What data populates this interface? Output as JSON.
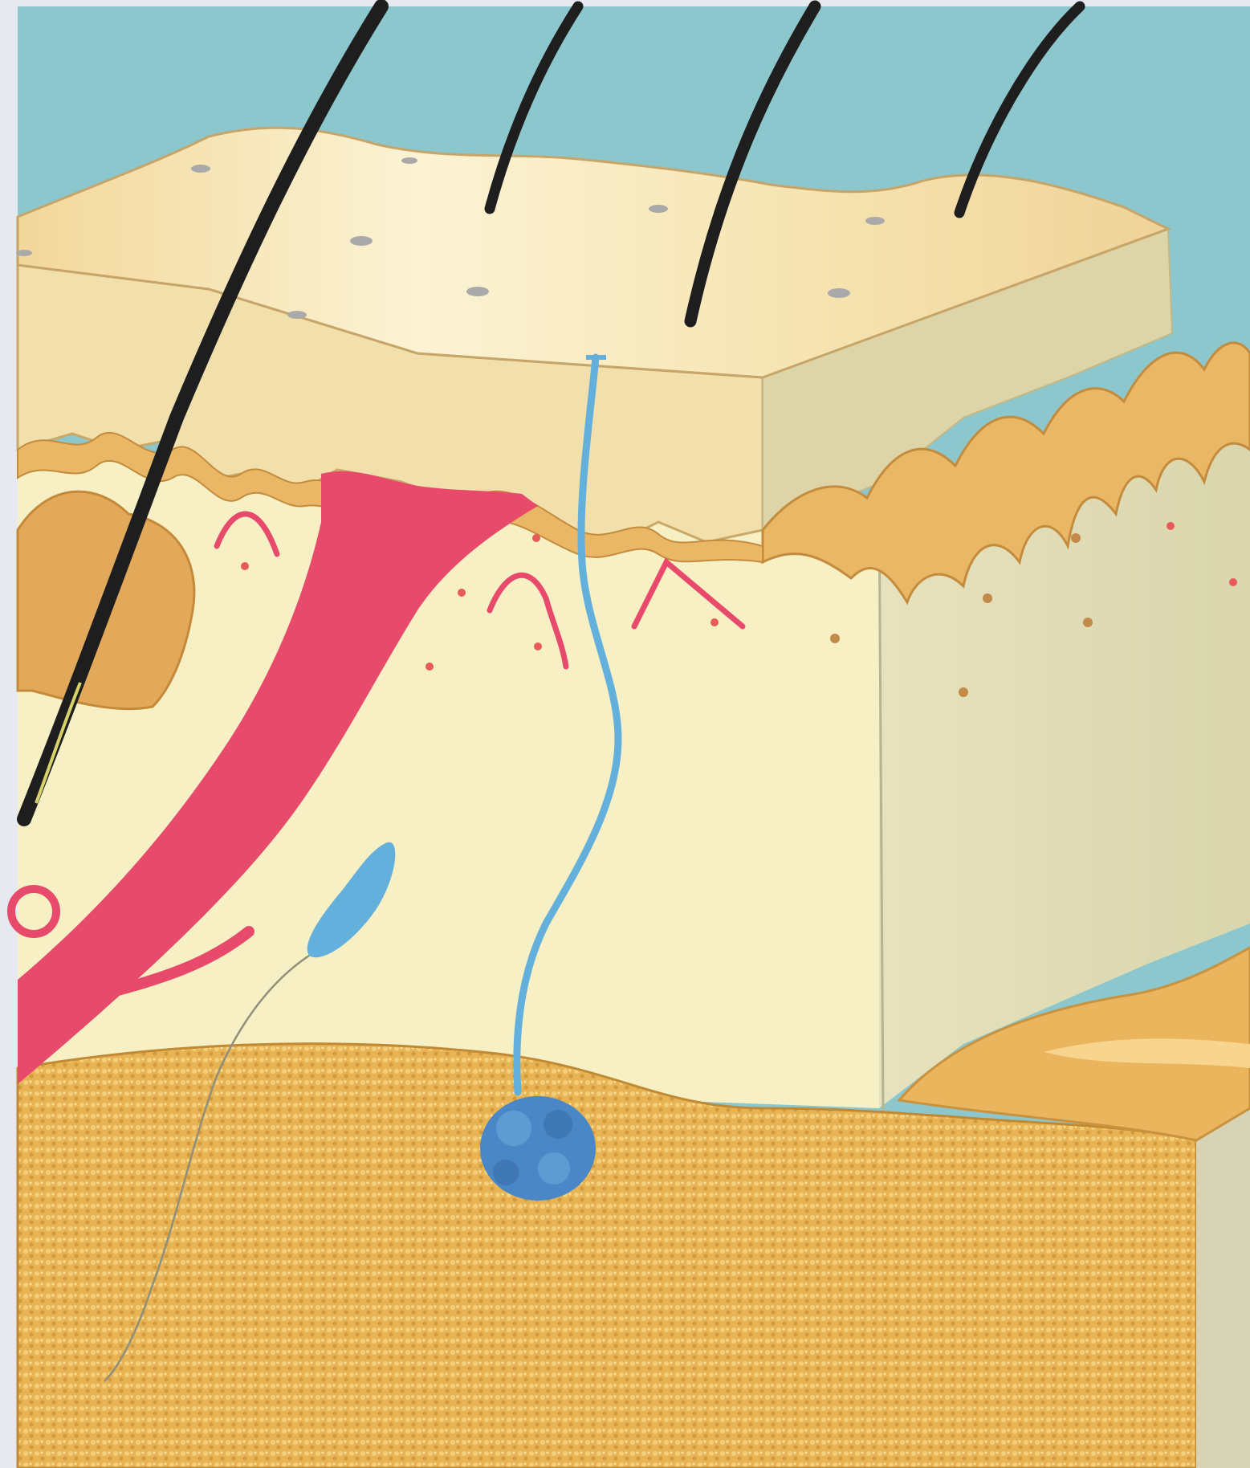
{
  "figure": {
    "subject": "skin-cross-section",
    "labels": []
  },
  "palette": {
    "background_page": "#e6e9f0",
    "backdrop_teal": "#8cc7cd",
    "epidermis_top": "#f4e1aa",
    "epidermis_highlight": "#fbf3d4",
    "epidermis_side": "#ddd5a8",
    "dermis_front": "#f6f0c4",
    "dermis_side": "#e4e3c2",
    "papillae": "#e9b766",
    "subcutaneous_fat": "#e7b151",
    "hair": "#1e1e1e",
    "blood_vessel": "#e84a6c",
    "sweat_duct": "#63b0dc",
    "sweat_gland": "#4a87c6",
    "nerve": "#8f8f7a"
  },
  "icons": [
    "hair-shaft",
    "blood-vessel",
    "sweat-duct",
    "sweat-gland",
    "nerve-ending",
    "oil-gland"
  ]
}
